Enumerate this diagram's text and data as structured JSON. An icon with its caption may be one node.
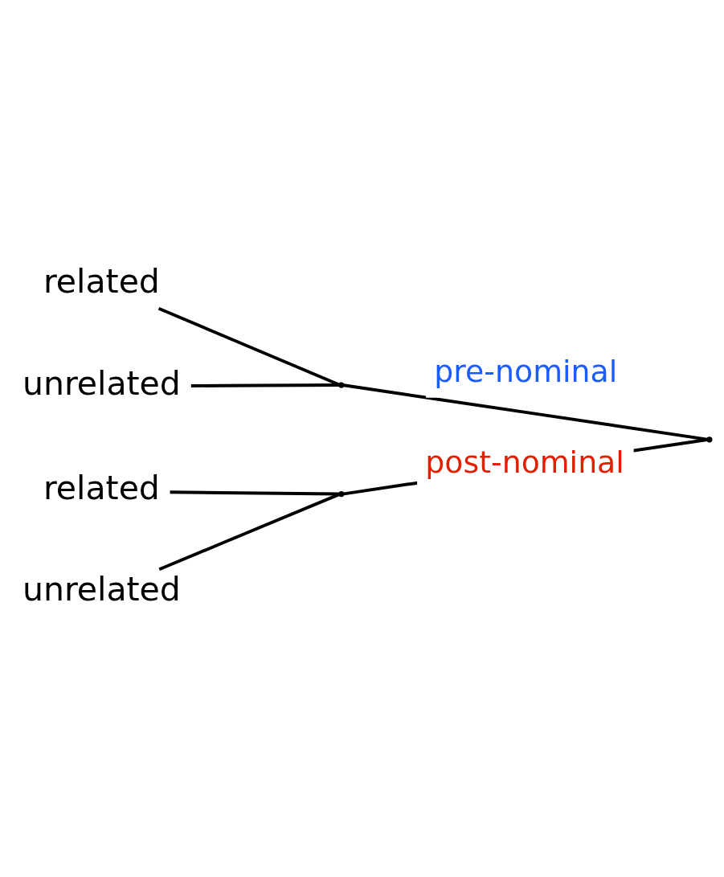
{
  "diagram": {
    "nodes": [
      {
        "text": [
          "related"
        ]
      },
      {
        "text": [
          "unrelated"
        ]
      },
      {
        "text": [
          "related"
        ]
      },
      {
        "text": [
          "unrelated"
        ]
      },
      {
        "text": [],
        "shape": "point"
      },
      {
        "text": [],
        "shape": "point"
      },
      {
        "text": [],
        "shape": "point"
      }
    ],
    "edges": [
      {
        "from": 6,
        "to": 4,
        "arrow": "none",
        "label": "pre-nominal"
      },
      {
        "from": 6,
        "to": 5,
        "arrow": "none",
        "label": "post-nominal"
      },
      {
        "from": 4,
        "to": 0,
        "arrow": "none"
      },
      {
        "from": 4,
        "to": 1,
        "arrow": "none"
      },
      {
        "from": 5,
        "to": 2,
        "arrow": "none"
      },
      {
        "from": 5,
        "to": 3,
        "arrow": "none"
      }
    ]
  }
}
